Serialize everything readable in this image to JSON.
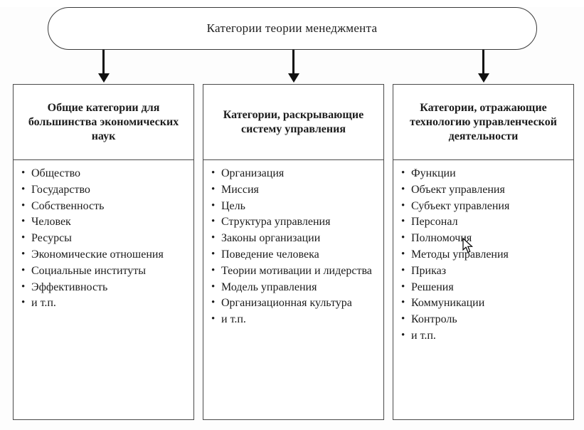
{
  "title": "Категории теории менеджмента",
  "columns": [
    {
      "header": "Общие категории для большинства экономических наук",
      "items": [
        "Общество",
        "Государство",
        "Собственность",
        "Человек",
        "Ресурсы",
        "Экономические отношения",
        "Социальные институты",
        "Эффективность",
        "и т.п."
      ]
    },
    {
      "header": "Категории, раскрывающие систему управления",
      "items": [
        "Организация",
        "Миссия",
        "Цель",
        "Структура управления",
        "Законы организации",
        "Поведение человека",
        "Теории мотивации и лидерства",
        "Модель управления",
        "Организационная культура",
        "и т.п."
      ]
    },
    {
      "header": "Категории, отражающие технологию управленческой деятельности",
      "items": [
        "Функции",
        "Объект управления",
        "Субъект управления",
        "Персонал",
        "Полномочия",
        "Методы управления",
        "Приказ",
        "Решения",
        "Коммуникации",
        "Контроль",
        "и т.п."
      ]
    }
  ],
  "colors": {
    "border": "#4a4a4a",
    "text": "#1c1c1c",
    "background": "#ffffff",
    "arrow": "#101010"
  }
}
